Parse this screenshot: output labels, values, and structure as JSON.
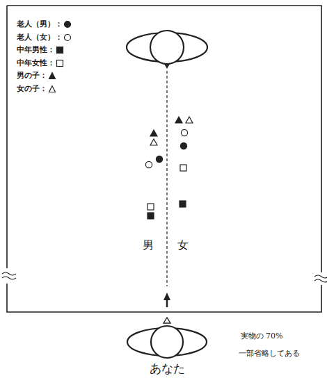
{
  "diagram": {
    "nodes": [
      {
        "text": [
          "あなた"
        ]
      }
    ],
    "labels": [
      "男",
      "女",
      "実物の 70%",
      "一部省略してある"
    ],
    "legend": [
      {
        "text": "老人（男）："
      },
      {
        "text": "老人（女）："
      },
      {
        "text": "中年男性："
      },
      {
        "text": "中年女性："
      },
      {
        "text": "男の子："
      },
      {
        "text": "女の子："
      }
    ]
  }
}
